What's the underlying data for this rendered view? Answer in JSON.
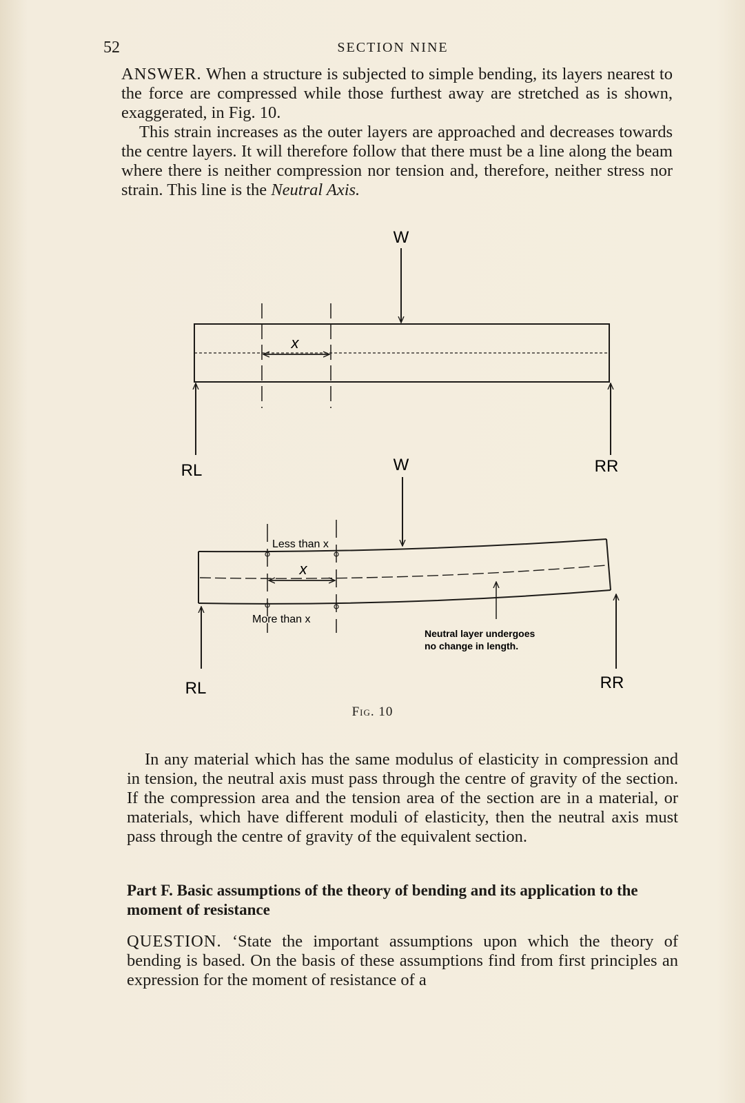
{
  "header": {
    "page_number": "52",
    "running_head": "SECTION NINE"
  },
  "answer": {
    "label": "ANSWER.",
    "para1": " When a structure is subjected to simple bending, its layers nearest to the force are compressed while those furthest away are stretched as is shown, exaggerated, in Fig. 10.",
    "para2_main": "This strain increases as the outer layers are approached and decreases towards the centre layers. It will therefore follow that there must be a line along the beam where there is neither compression nor tension and, therefore, neither stress nor strain. This line is the ",
    "para2_term": "Neutral Axis."
  },
  "figure": {
    "top": {
      "load": "W",
      "left_reaction": "RL",
      "right_reaction": "RR",
      "distance": "x"
    },
    "bottom": {
      "load": "W",
      "left_reaction": "RL",
      "right_reaction": "RR",
      "less_than": "Less than x",
      "distance": "x",
      "more_than": "More than x",
      "note_line1": "Neutral layer undergoes",
      "note_line2": "no change in length."
    },
    "caption": "Fig. 10"
  },
  "paragraph_na": "In any material which has the same modulus of elasticity in compression and in tension, the neutral axis must pass through the centre of gravity of the section. If the compression area and the tension area of the section are in a material, or materials, which have different moduli of elasticity, then the neutral axis must pass through the centre of gravity of the equivalent section.",
  "part_f_heading": "Part F. Basic assumptions of the theory of bending and its application to the moment of resistance",
  "question": {
    "label": "QUESTION.",
    "text": " ‘State the important assumptions upon which the theory of bending is based. On the basis of these assumptions find from first principles an expression for the moment of resistance of a"
  }
}
